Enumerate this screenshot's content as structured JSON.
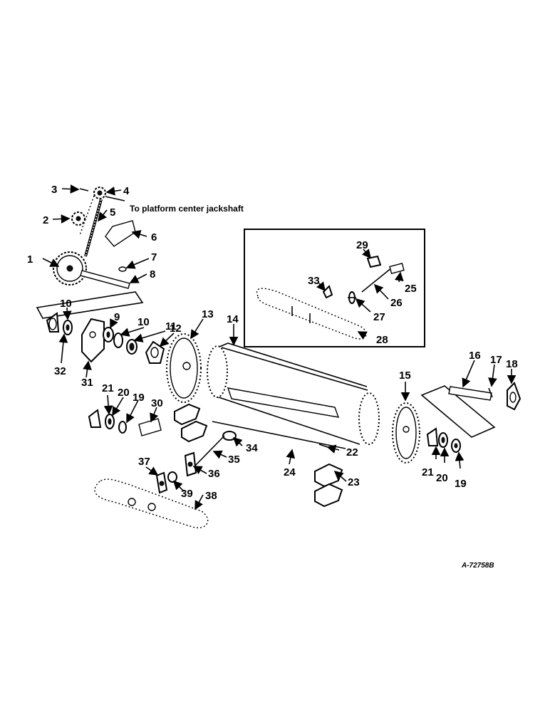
{
  "note_jackshaft": "To platform center jackshaft",
  "drawing_code": "A-72758B",
  "callouts": [
    "1",
    "2",
    "3",
    "4",
    "5",
    "6",
    "7",
    "8",
    "9",
    "10",
    "10",
    "11",
    "12",
    "13",
    "14",
    "15",
    "16",
    "17",
    "18",
    "19",
    "19",
    "20",
    "20",
    "21",
    "21",
    "22",
    "23",
    "24",
    "25",
    "26",
    "27",
    "28",
    "29",
    "30",
    "31",
    "32",
    "33",
    "34",
    "35",
    "36",
    "37",
    "38",
    "39"
  ]
}
